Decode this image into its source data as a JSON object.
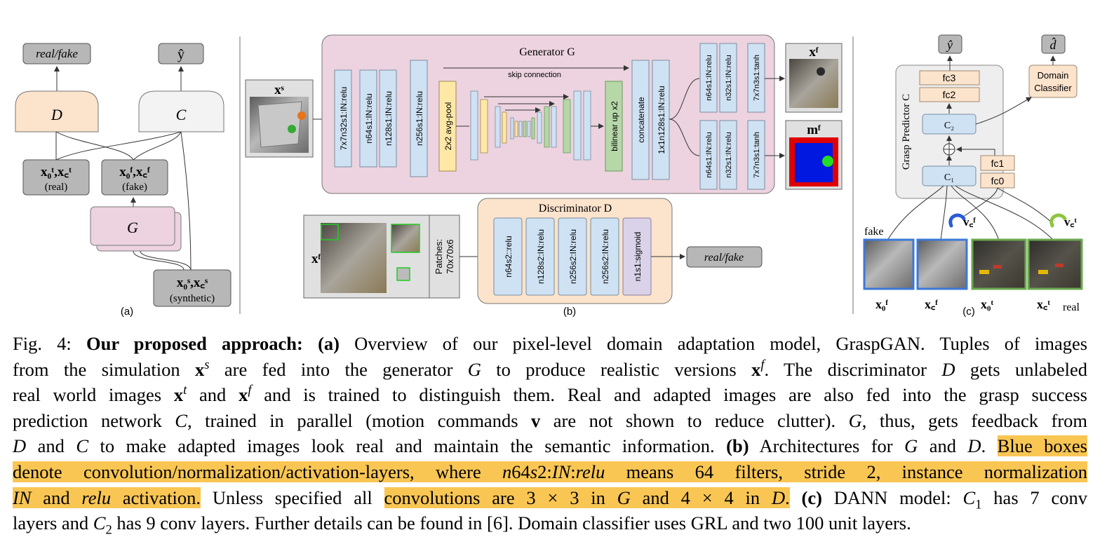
{
  "panel_a": {
    "label": "(a)",
    "top_left": "real/fake",
    "top_right": "ŷ",
    "d_box": "D",
    "c_box": "C",
    "real_box_main": "x₀ᵗ,x꜀ᵗ",
    "real_box_sub": "(real)",
    "fake_box_main": "x₀ᶠ,x꜀ᶠ",
    "fake_box_sub": "(fake)",
    "g_box": "G",
    "syn_box_main": "x₀ˢ,x꜀ˢ",
    "syn_box_sub": "(synthetic)"
  },
  "panel_b": {
    "label": "(b)",
    "input_label": "xˢ",
    "generator_title": "Generator G",
    "skip_label": "skip connection",
    "layers_main": [
      "7x7n32s1:IN:relu",
      "n64s1:IN:relu",
      "n128s1:IN:relu",
      "n256s1:IN:relu",
      "2x2 avg-pool"
    ],
    "upsample": "bilinear up x2",
    "concat": "concatenate",
    "conv_1x1": "1x1n128s1:IN:relu",
    "head_top": [
      "n64s1:IN:relu",
      "n32s1:IN:relu",
      "7x7n3s1:tanh"
    ],
    "head_bottom": [
      "n64s1:IN:relu",
      "n32s1:IN:relu",
      "7x7n3s1:tanh"
    ],
    "out_top": "xᶠ",
    "out_bottom": "mᶠ",
    "disc_input_label": "xᶠ",
    "patches_line1": "Patches:",
    "patches_line2": "70x70x6",
    "discriminator_title": "Discriminator D",
    "disc_layers": [
      "n64s2::relu",
      "n128s2:IN:relu",
      "n256s2:IN:relu",
      "n256s2:IN:relu",
      "n1s1:sigmoid"
    ],
    "disc_out": "real/fake"
  },
  "panel_c": {
    "label": "(c)",
    "out_y": "ŷ",
    "out_d": "d̂",
    "grasp_predictor": "Grasp Predictor C",
    "fc3": "fc3",
    "fc2": "fc2",
    "c2": "C₂",
    "c1": "C₁",
    "fc1": "fc1",
    "fc0": "fc0",
    "domain_line1": "Domain",
    "domain_line2": "Classifier",
    "fake_label": "fake",
    "real_label": "real",
    "vcf": "v꜀ᶠ",
    "vct": "v꜀ᵗ",
    "img_labels": [
      "x₀ᶠ",
      "x꜀ᶠ",
      "x₀ᵗ",
      "x꜀ᵗ"
    ]
  },
  "caption": {
    "fig": "Fig. 4:",
    "title": "Our proposed approach:",
    "a": "(a)",
    "b": "(b)",
    "c": "(c)"
  },
  "colors": {
    "generator_bg": "#ecd3df",
    "discriminator_bg": "#fbe3cc",
    "conv_blue": "#cfe2f3",
    "pool_yellow": "#fde8a6",
    "upsample_green": "#b6d7a8",
    "sigmoid_purple": "#d9d2e9",
    "highlight": "#f9c654",
    "gray_box": "#b7b7b7"
  }
}
